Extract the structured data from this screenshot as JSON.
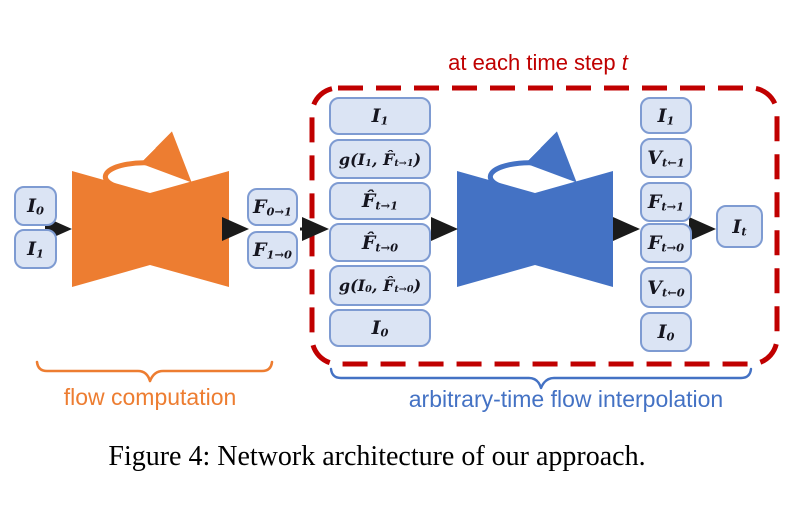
{
  "colors": {
    "flow_network_orange": "#ED7D31",
    "interp_network_blue": "#4472C4",
    "dashed_region_red": "#C00000",
    "box_fill": "#DBE4F4",
    "box_border": "#7E9BD2",
    "arrow_black": "#1A1A1A"
  },
  "annotation": {
    "text": "at each time step t",
    "parts": [
      [
        "at each time step ",
        "n"
      ],
      [
        "t",
        "i"
      ]
    ]
  },
  "left_inputs": [
    {
      "text": "I₀",
      "parts": [
        [
          "I",
          "b"
        ],
        [
          "0",
          "s"
        ]
      ]
    },
    {
      "text": "I₁",
      "parts": [
        [
          "I",
          "b"
        ],
        [
          "1",
          "s"
        ]
      ]
    }
  ],
  "flow_outputs": [
    {
      "text": "F₀→₁",
      "parts": [
        [
          "F",
          "b"
        ],
        [
          "0→1",
          "s"
        ]
      ]
    },
    {
      "text": "F₁→₀",
      "parts": [
        [
          "F",
          "b"
        ],
        [
          "1→0",
          "s"
        ]
      ]
    }
  ],
  "interp_inputs": [
    {
      "text": "I₁",
      "parts": [
        [
          "I",
          "b"
        ],
        [
          "1",
          "s"
        ]
      ]
    },
    {
      "text": "g(I₁, F̂ₜ→₁)",
      "parts": [
        [
          "g(I",
          "b"
        ],
        [
          "1",
          "s"
        ],
        [
          ", F̂",
          "b"
        ],
        [
          "t→1",
          "s"
        ],
        [
          ")",
          "b"
        ]
      ]
    },
    {
      "text": "F̂ₜ→₁",
      "parts": [
        [
          "F̂",
          "b"
        ],
        [
          "t→1",
          "s"
        ]
      ]
    },
    {
      "text": "F̂ₜ→₀",
      "parts": [
        [
          "F̂",
          "b"
        ],
        [
          "t→0",
          "s"
        ]
      ]
    },
    {
      "text": "g(I₀, F̂ₜ→₀)",
      "parts": [
        [
          "g(I",
          "b"
        ],
        [
          "0",
          "s"
        ],
        [
          ", F̂",
          "b"
        ],
        [
          "t→0",
          "s"
        ],
        [
          ")",
          "b"
        ]
      ]
    },
    {
      "text": "I₀",
      "parts": [
        [
          "I",
          "b"
        ],
        [
          "0",
          "s"
        ]
      ]
    }
  ],
  "interp_outputs": [
    {
      "text": "I₁",
      "parts": [
        [
          "I",
          "b"
        ],
        [
          "1",
          "s"
        ]
      ]
    },
    {
      "text": "Vₜ←₁",
      "parts": [
        [
          "V",
          "b"
        ],
        [
          "t←1",
          "s"
        ]
      ]
    },
    {
      "text": "Fₜ→₁",
      "parts": [
        [
          "F",
          "b"
        ],
        [
          "t→1",
          "s"
        ]
      ]
    },
    {
      "text": "Fₜ→₀",
      "parts": [
        [
          "F",
          "b"
        ],
        [
          "t→0",
          "s"
        ]
      ]
    },
    {
      "text": "Vₜ←₀",
      "parts": [
        [
          "V",
          "b"
        ],
        [
          "t←0",
          "s"
        ]
      ]
    },
    {
      "text": "I₀",
      "parts": [
        [
          "I",
          "b"
        ],
        [
          "0",
          "s"
        ]
      ]
    }
  ],
  "final_output": {
    "text": "Iₜ",
    "parts": [
      [
        "I",
        "b"
      ],
      [
        "t",
        "s"
      ]
    ]
  },
  "labels": {
    "flow": "flow computation",
    "interp": "arbitrary-time flow interpolation"
  },
  "caption": "Figure 4: Network architecture of our approach."
}
